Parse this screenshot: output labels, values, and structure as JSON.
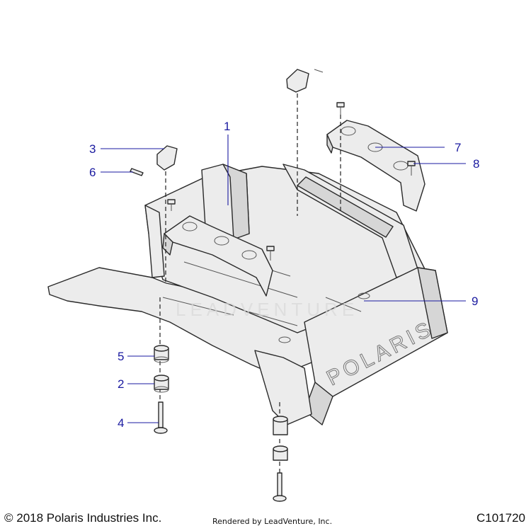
{
  "callouts": {
    "c1": "1",
    "c2": "2",
    "c3": "3",
    "c4": "4",
    "c5": "5",
    "c6": "6",
    "c7": "7",
    "c8": "8",
    "c9": "9"
  },
  "watermark": "LEADVENTURE",
  "tray_logo": "POLARIS",
  "footer": {
    "copyright": "© 2018 Polaris Industries Inc.",
    "rendered_by": "Rendered by LeadVenture, Inc.",
    "diagram_id": "C101720"
  },
  "colors": {
    "callout": "#1a1aa0",
    "outline": "#2a2a2a",
    "fill": "#ececec"
  }
}
